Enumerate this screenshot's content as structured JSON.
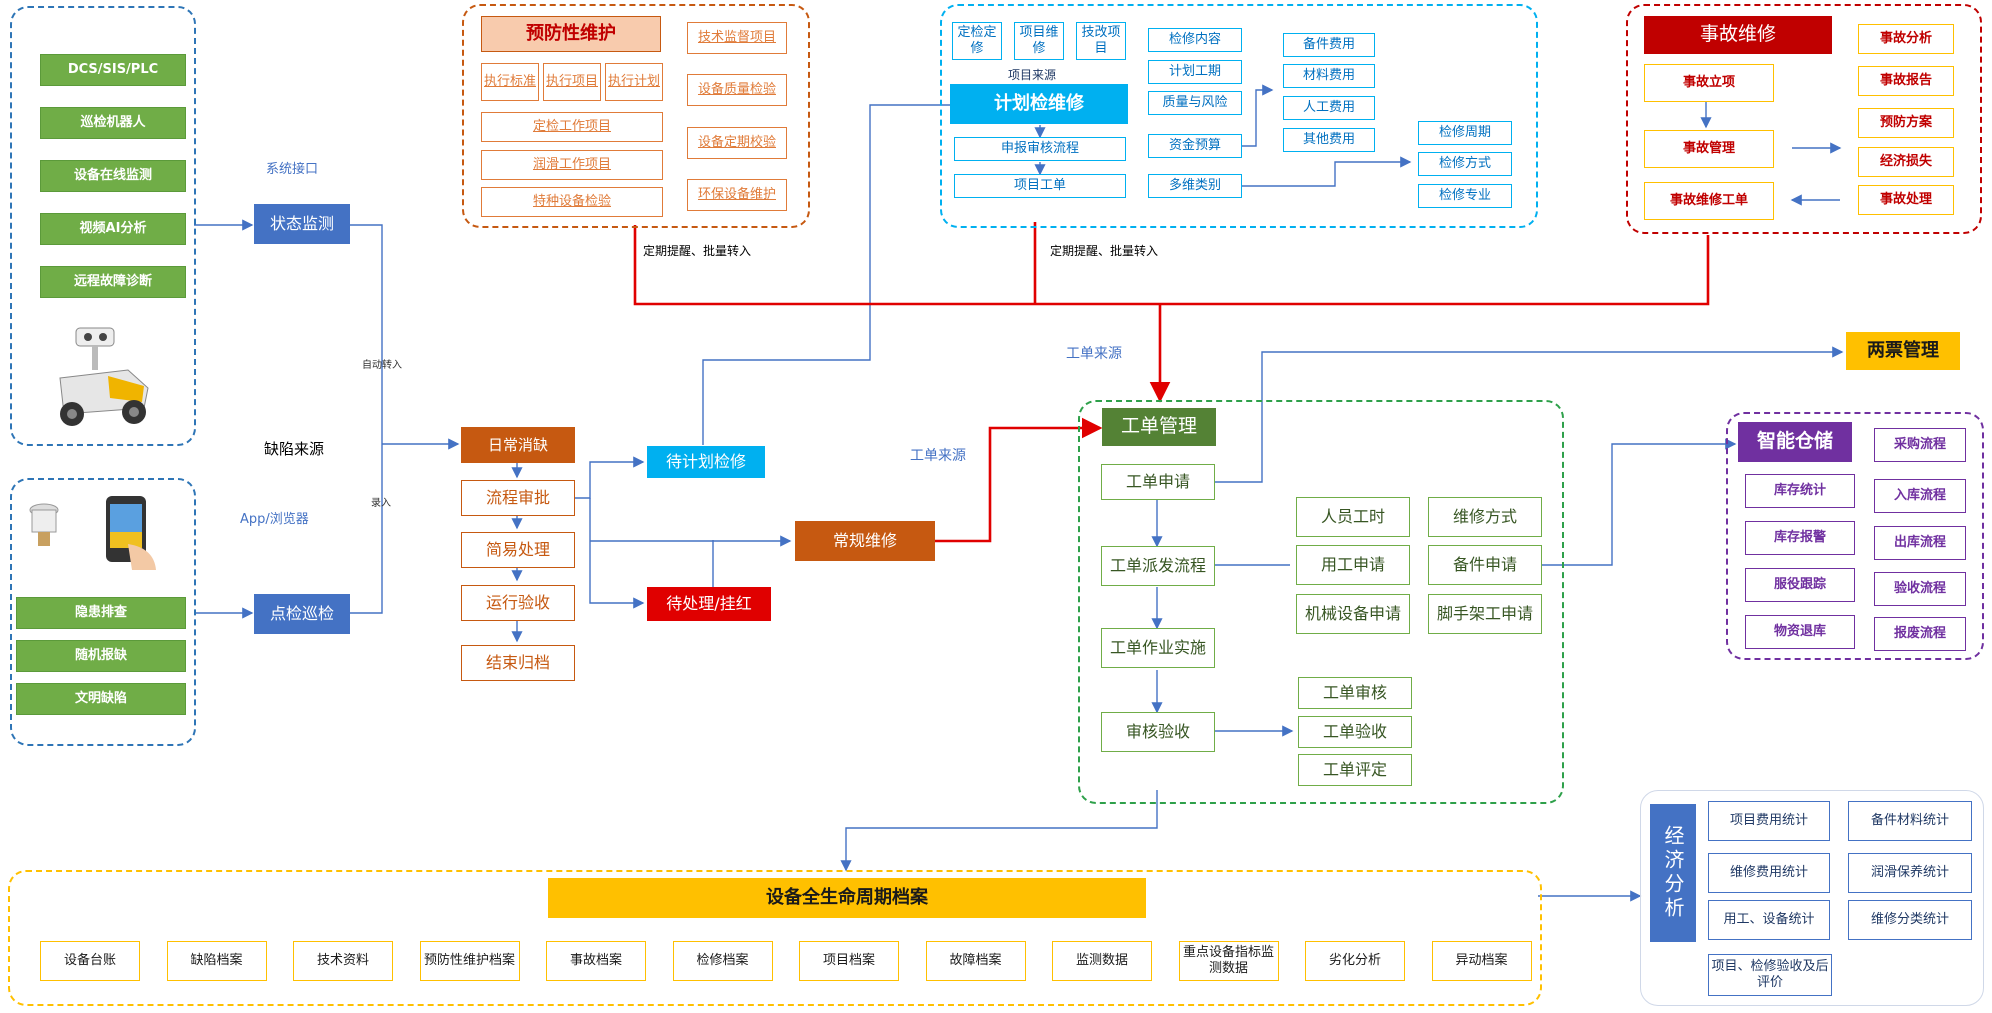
{
  "left": {
    "items": [
      "DCS/SIS/PLC",
      "巡检机器人",
      "设备在线监测",
      "视频AI分析",
      "远程故障诊断"
    ],
    "state_monitor": "状态监测",
    "sys_interface": "系统接口",
    "defect_source": "缺陷来源",
    "app_browser": "App/浏览器",
    "auto_transfer": "自动转入",
    "entry": "录入",
    "inspection_items": [
      "隐患排查",
      "随机报缺",
      "文明缺陷"
    ],
    "spot_check": "点检巡检"
  },
  "preventive": {
    "title": "预防性维护",
    "small": [
      "执行标准",
      "执行项目",
      "执行计划"
    ],
    "mid": [
      "定检工作项目",
      "润滑工作项目",
      "特种设备检验"
    ],
    "right": [
      "技术监督项目",
      "设备质量检验",
      "设备定期校验",
      "环保设备维护"
    ],
    "note": "定期提醒、批量转入"
  },
  "planned": {
    "top": [
      "定检定修",
      "项目维修",
      "技改项目"
    ],
    "source": "项目来源",
    "title": "计划检维修",
    "flow": [
      "申报审核流程",
      "项目工单"
    ],
    "mid": [
      "检修内容",
      "计划工期",
      "质量与风险",
      "资金预算",
      "多维类别"
    ],
    "costs": [
      "备件费用",
      "材料费用",
      "人工费用",
      "其他费用"
    ],
    "periods": [
      "检修周期",
      "检修方式",
      "检修专业"
    ],
    "note": "定期提醒、批量转入"
  },
  "accident": {
    "title": "事故维修",
    "left": [
      "事故立项",
      "事故管理",
      "事故维修工单"
    ],
    "right": [
      "事故分析",
      "事故报告",
      "预防方案",
      "经济损失",
      "事故处理"
    ]
  },
  "daily": {
    "title": "日常消缺",
    "steps": [
      "流程审批",
      "简易处理",
      "运行验收",
      "结束归档"
    ],
    "pending_plan": "待计划检修",
    "pending_red": "待处理/挂红",
    "routine": "常规维修",
    "work_source_1": "工单来源",
    "work_source_2": "工单来源"
  },
  "work_order": {
    "title": "工单管理",
    "steps": [
      "工单申请",
      "工单派发流程",
      "工单作业实施",
      "审核验收"
    ],
    "grid": [
      "人员工时",
      "维修方式",
      "用工申请",
      "备件申请",
      "机械设备申请",
      "脚手架工申请"
    ],
    "review": [
      "工单审核",
      "工单验收",
      "工单评定"
    ]
  },
  "two_tickets": "两票管理",
  "warehouse": {
    "title": "智能仓储",
    "left": [
      "库存统计",
      "库存报警",
      "服役跟踪",
      "物资退库"
    ],
    "right": [
      "采购流程",
      "入库流程",
      "出库流程",
      "验收流程",
      "报废流程"
    ]
  },
  "archive": {
    "title": "设备全生命周期档案",
    "items": [
      "设备台账",
      "缺陷档案",
      "技术资料",
      "预防性维护档案",
      "事故档案",
      "检修档案",
      "项目档案",
      "故障档案",
      "监测数据",
      "重点设备指标监测数据",
      "劣化分析",
      "异动档案"
    ]
  },
  "economic": {
    "title": "经济分析",
    "items": [
      "项目费用统计",
      "备件材料统计",
      "维修费用统计",
      "润滑保养统计",
      "用工、设备统计",
      "维修分类统计",
      "项目、检修验收及后评价"
    ]
  },
  "colors": {
    "blue": "#4472c4",
    "green": "#70ad47",
    "orange": "#c65911",
    "cyan": "#00b0f0",
    "red": "#c00000",
    "yellow": "#ffc000",
    "purple": "#7030a0",
    "darkgreen": "#548235"
  }
}
